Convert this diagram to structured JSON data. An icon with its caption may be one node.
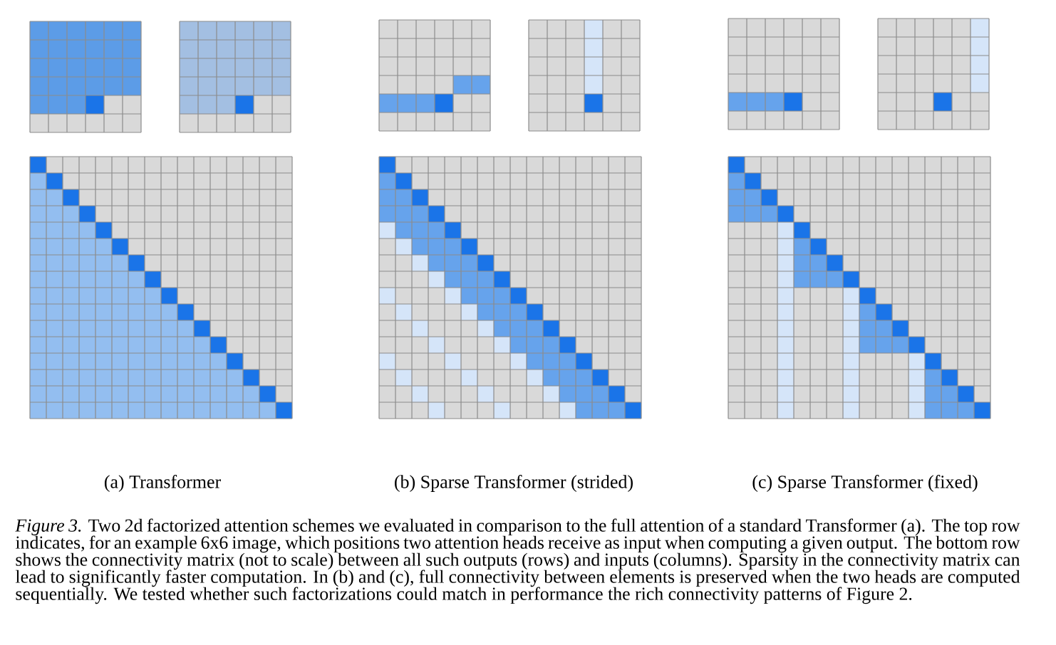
{
  "diagram": {
    "caption": "*Figure 3.* Two 2d factorized attention schemes we evaluated in comparison to the full attention of a standard Transformer (a). The top row indicates, for an example 6x6 image, which positions two attention heads receive as input when computing a given output. The bottom row shows the connectivity matrix (not to scale) between all such outputs (rows) and inputs (columns). Sparsity in the connectivity matrix can lead to significantly faster computation. In (b) and (c), full connectivity between elements is preserved when the two heads are computed sequentially. We tested whether such factorizations could match in performance the rich connectivity patterns of Figure 2.",
    "labels": [
      "(a) Transformer",
      "(b) Sparse Transformer (strided)",
      "(c) Sparse Transformer (fixed)"
    ]
  }
}
